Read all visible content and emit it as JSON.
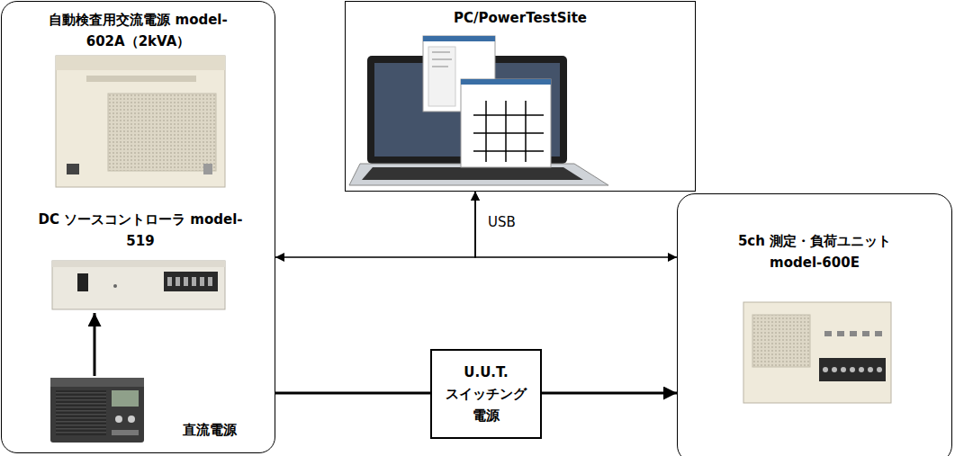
{
  "diagram": {
    "nodes": [
      {
        "text": [
          "自動検査用交流電源 model-602A（2kVA）"
        ]
      },
      {
        "text": [
          "DC ソースコントローラ model-519"
        ],
        "in": 0
      },
      {
        "text": [
          "直流電源"
        ],
        "in": 0
      },
      {
        "text": [
          "PC/PowerTestSite"
        ]
      },
      {
        "text": [
          "U.U.T. スイッチング 電源"
        ]
      },
      {
        "text": [
          "5ch 測定・負荷ユニット model-600E"
        ]
      }
    ],
    "edges": [
      {
        "from": 3,
        "to": 0,
        "arrow": "both",
        "label": "USB"
      },
      {
        "from": 3,
        "to": 5,
        "arrow": "both"
      },
      {
        "from": 0,
        "to": 4,
        "arrow": "none"
      },
      {
        "from": 4,
        "to": 5,
        "arrow": "to"
      },
      {
        "from": 2,
        "to": 1,
        "arrow": "to"
      }
    ]
  }
}
